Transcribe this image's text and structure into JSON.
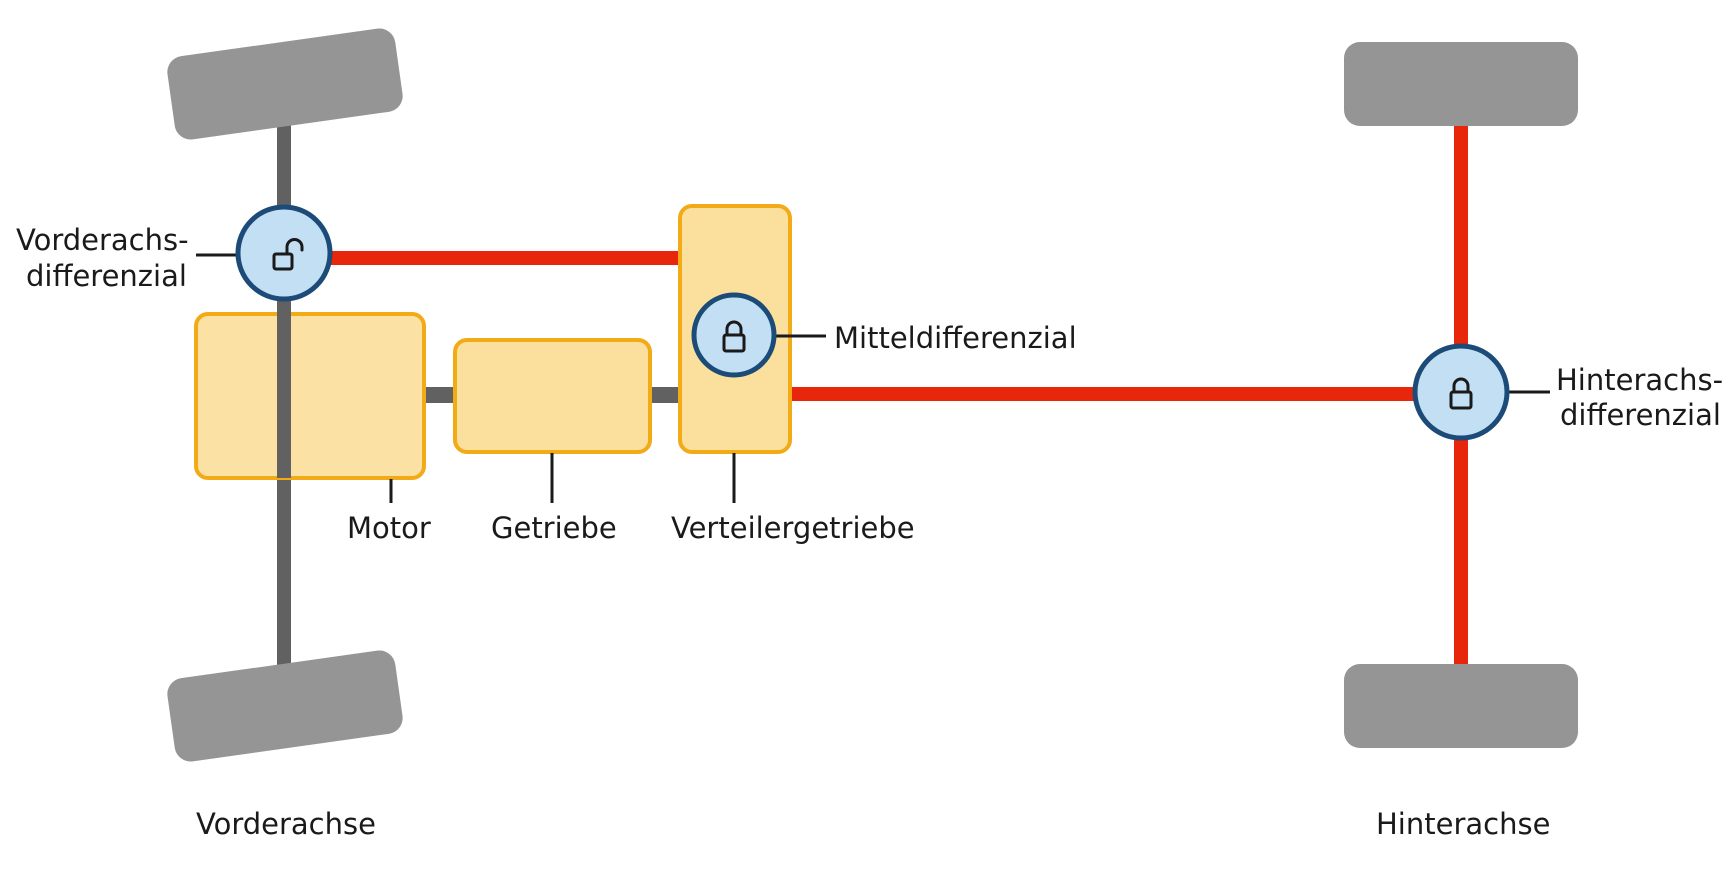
{
  "colors": {
    "wheel": "#959595",
    "shaft_inactive": "#616161",
    "shaft_driven": "#e8260c",
    "component_fill": "#fbdf9c",
    "component_stroke": "#f2aa16",
    "diff_fill": "#c3dff4",
    "diff_stroke": "#1c4b78",
    "leader": "#1a1a1a",
    "text": "#1a1a1a"
  },
  "labels": {
    "front_diff_line1": "Vorderachs-",
    "front_diff_line2": "differenzial",
    "center_diff": "Mitteldifferenzial",
    "rear_diff_line1": "Hinterachs-",
    "rear_diff_line2": "differenzial",
    "motor": "Motor",
    "gearbox": "Getriebe",
    "transfer_case": "Verteilergetriebe",
    "front_axle": "Vorderachse",
    "rear_axle": "Hinterachse"
  },
  "differentials": {
    "front": {
      "state": "unlocked",
      "icon": "lock-open-icon"
    },
    "center": {
      "state": "locked",
      "icon": "lock-closed-icon"
    },
    "rear": {
      "state": "locked",
      "icon": "lock-closed-icon"
    }
  }
}
